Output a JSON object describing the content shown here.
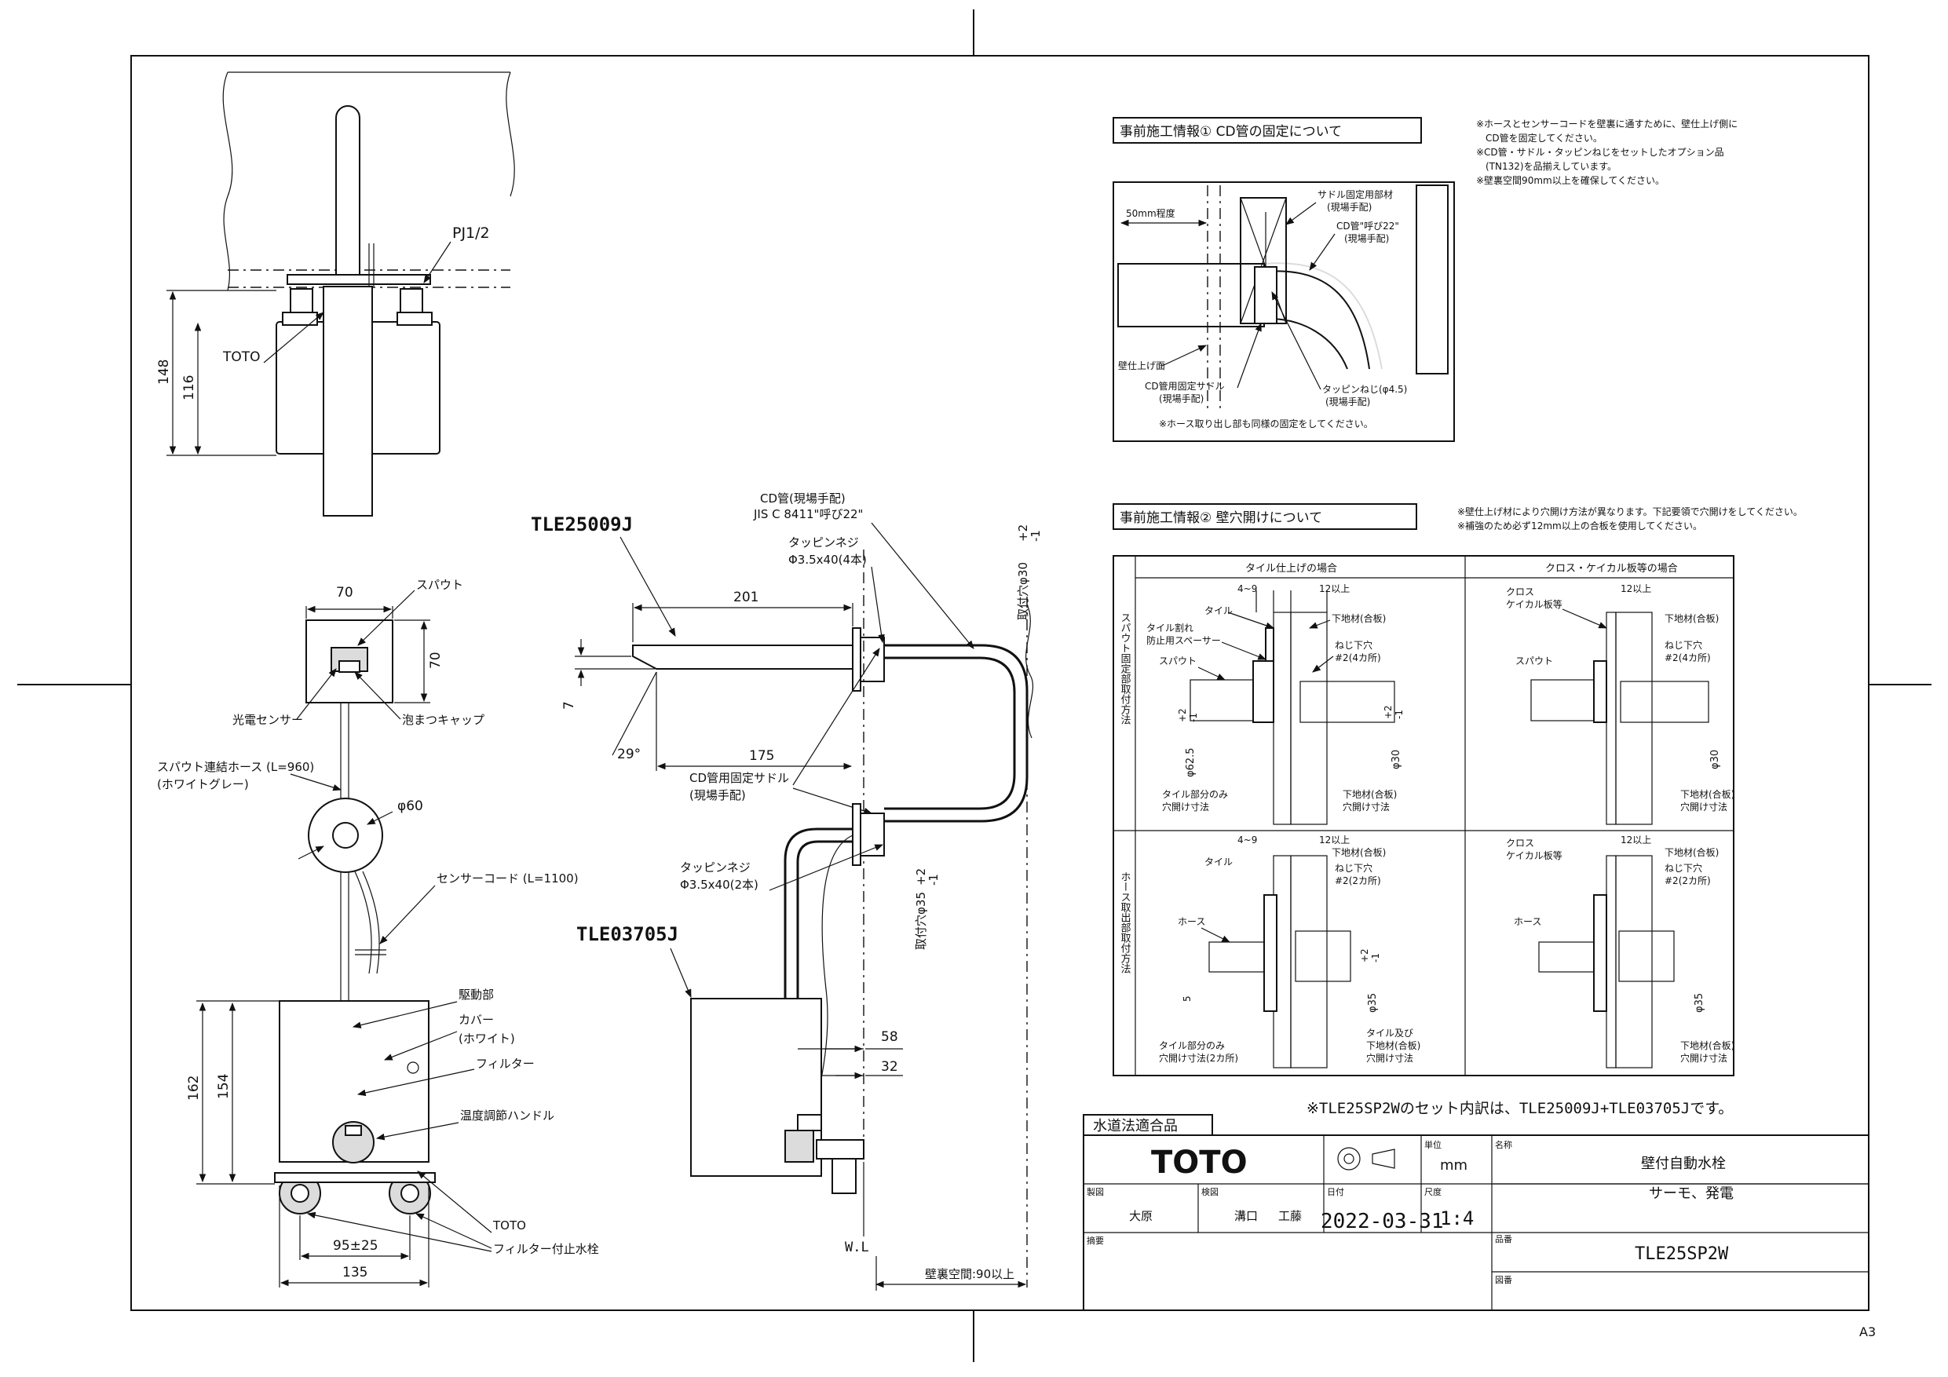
{
  "title_block": {
    "approval_tag": "水道法適合品",
    "set_note": "※TLE25SP2Wのセット内訳は、TLE25009J+TLE03705Jです。",
    "brand": "TOTO",
    "unit_label": "単位",
    "unit": "mm",
    "name_label": "名称",
    "product_name": "壁付自動水栓",
    "product_sub": "サーモ、発電",
    "drawn_label": "製図",
    "drawn_by": "大原",
    "checked_label": "検図",
    "checked_by_1": "溝口",
    "checked_by_2": "工藤",
    "date_label": "日付",
    "date": "2022-03-31",
    "scale_label": "尺度",
    "scale": "1:4",
    "model_label": "品番",
    "model": "TLE25SP2W",
    "remark_label": "摘要",
    "drawing_no_label": "図番",
    "paper_size": "A3"
  },
  "info1": {
    "title": "事前施工情報① CD管の固定について",
    "notes": [
      "※ホースとセンサーコードを壁裏に通すために、壁仕上げ側に",
      "　CD管を固定してください。",
      "※CD管・サドル・タッピンねじをセットしたオプション品",
      "　(TN132)を品揃えしています。",
      "※壁裏空間90mm以上を確保してください。"
    ],
    "label_50mm": "50mm程度",
    "label_saddle_member": "サドル固定用部材",
    "label_onsite1": "(現場手配)",
    "label_cd_pipe": "CD管\"呼び22\"",
    "label_onsite2": "(現場手配)",
    "label_wall_face": "壁仕上げ面",
    "label_cd_saddle": "CD管用固定サドル",
    "label_onsite3": "(現場手配)",
    "label_tap_screw": "タッピンねじ(φ4.5)",
    "label_onsite4": "(現場手配)",
    "bottom_note": "※ホース取り出し部も同様の固定をしてください。"
  },
  "info2": {
    "title": "事前施工情報② 壁穴開けについて",
    "notes": [
      "※壁仕上げ材により穴開け方法が異なります。下記要領で穴開けをしてください。",
      "※補強のため必ず12mm以上の合板を使用してください。"
    ],
    "col_tile": "タイル仕上げの場合",
    "col_cloth": "クロス・ケイカル板等の場合",
    "row_spout": "スパウト固定部取付方法",
    "row_hose": "ホース取出部取付方法",
    "dim_4_9": "4~9",
    "dim_12": "12以上",
    "label_tile": "タイル",
    "label_tile_spacer_1": "タイル割れ",
    "label_tile_spacer_2": "防止用スペーサー",
    "label_spout": "スパウト",
    "label_hose": "ホース",
    "label_cloth_1": "クロス",
    "label_cloth_2": "ケイカル板等",
    "label_base": "下地材(合板)",
    "label_screw_hole_4": "ねじ下穴",
    "label_screw_hole_4b": "#2(4カ所)",
    "label_screw_hole_2": "ねじ下穴",
    "label_screw_hole_2b": "#2(2カ所)",
    "label_phi625": "φ62.5",
    "label_phi30": "φ30",
    "label_phi35": "φ35",
    "tol_plus2": "+2",
    "tol_minus1": "-1",
    "label_tile_hole_1": "タイル部分のみ",
    "label_tile_hole_2": "穴開け寸法",
    "label_tile_hole_3": "穴開け寸法(2カ所)",
    "label_base_hole_1": "下地材(合板)",
    "label_base_hole_2": "穴開け寸法",
    "label_tile_and_1": "タイル及び",
    "label_dim5": "5"
  },
  "side_view": {
    "model_spout": "TLE25009J",
    "model_body": "TLE03705J",
    "cd_pipe_1": "CD管(現場手配)",
    "cd_pipe_2": "JIS C 8411\"呼び22\"",
    "tap_screw_4_1": "タッピンネジ",
    "tap_screw_4_2": "Φ3.5x40(4本)",
    "tap_screw_2_1": "タッピンネジ",
    "tap_screw_2_2": "Φ3.5x40(2本)",
    "saddle_1": "CD管用固定サドル",
    "saddle_2": "(現場手配)",
    "hole30": "取付穴φ30",
    "hole35": "取付穴φ35",
    "dim_201": "201",
    "dim_175": "175",
    "dim_7": "7",
    "dim_29deg": "29°",
    "dim_58": "58",
    "dim_32": "32",
    "wl": "W.L",
    "wall_space": "壁裏空間:90以上"
  },
  "top_view": {
    "pj": "PJ1/2",
    "toto": "TOTO",
    "dim_148": "148",
    "dim_116": "116"
  },
  "front_view": {
    "dim_70w": "70",
    "dim_70h": "70",
    "label_spout": "スパウト",
    "label_sensor": "光電センサー",
    "label_cap": "泡まつキャップ",
    "label_hose_1": "スパウト連結ホース (L=960)",
    "label_hose_2": "(ホワイトグレー)",
    "dim_phi60": "φ60",
    "label_cord": "センサーコード (L=1100)",
    "label_drive": "駆動部",
    "label_cover_1": "カバー",
    "label_cover_2": "(ホワイト)",
    "label_filter": "フィルター",
    "label_handle": "温度調節ハンドル",
    "dim_162": "162",
    "dim_154": "154",
    "label_toto": "TOTO",
    "label_filter_valve": "フィルター付止水栓",
    "dim_95": "95±25",
    "dim_135": "135"
  }
}
